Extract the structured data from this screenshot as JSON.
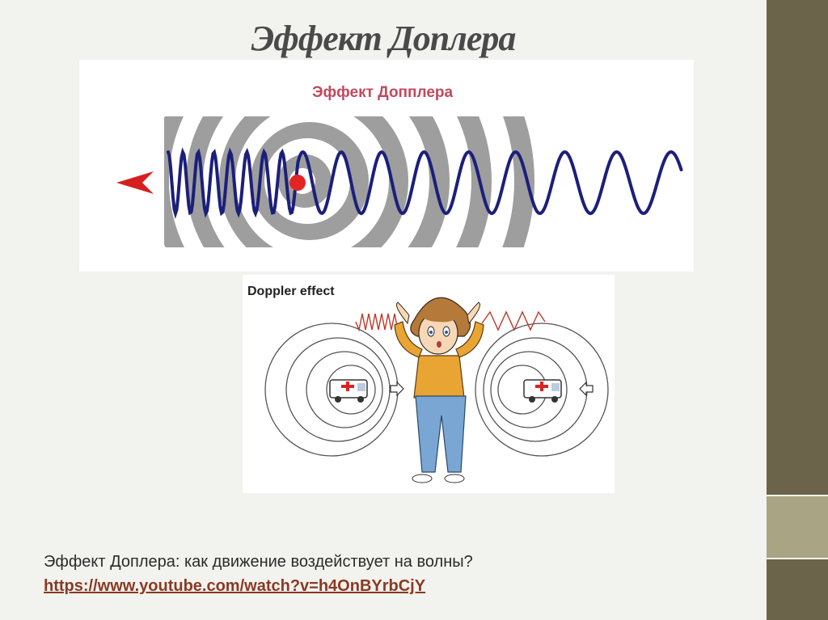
{
  "slide": {
    "title": "Эффект Доплера",
    "caption": "Эффект Доплера: как движение воздействует на волны?",
    "link": "https://www.youtube.com/watch?v=h4OnBYrbCjY"
  },
  "figure_top": {
    "label": "Эффект Допплера",
    "colors": {
      "wave": "#1c1f7a",
      "rings": "#9e9e9e",
      "source": "#e32424",
      "arrow": "#d61f1f"
    }
  },
  "figure_bottom": {
    "label": "Doppler effect",
    "icons": [
      "ambulance-icon",
      "boy-icon",
      "arrow-icon"
    ]
  },
  "colors": {
    "sidebar": "#6b634a",
    "sidebar_accent": "#a9a483",
    "link": "#8a3a22"
  }
}
